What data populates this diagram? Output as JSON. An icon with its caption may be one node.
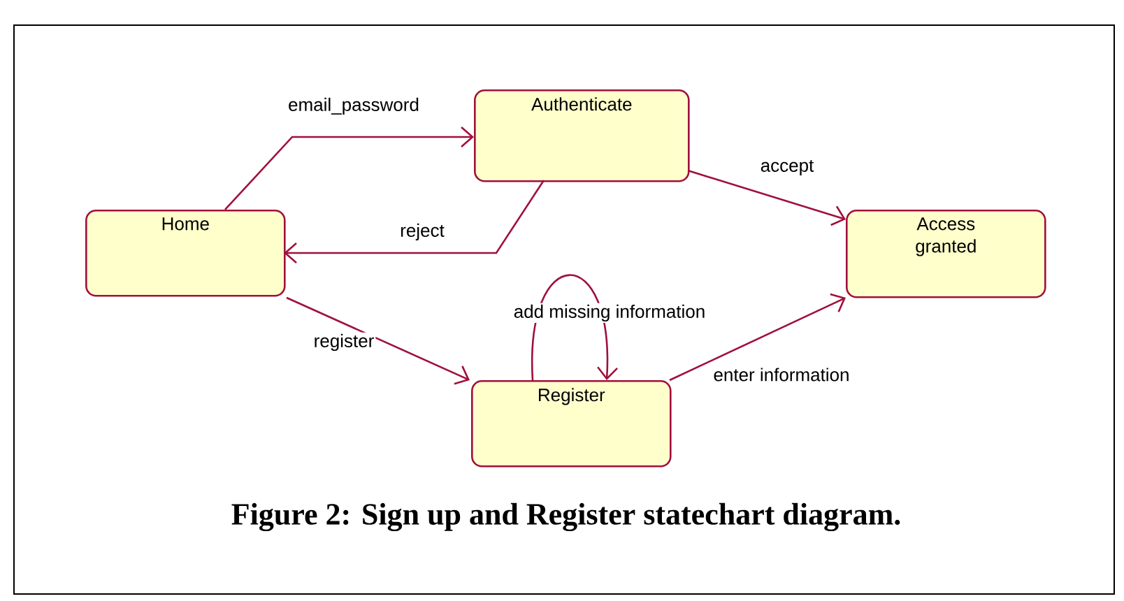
{
  "diagram": {
    "caption": "Figure 2: Sign up and Register statechart diagram.",
    "nodes": [
      {
        "text": [
          "Home"
        ]
      },
      {
        "text": [
          "Authenticate"
        ]
      },
      {
        "text": [
          "Access granted"
        ]
      },
      {
        "text": [
          "Register"
        ]
      }
    ],
    "edges": [
      {
        "from": 0,
        "to": 1,
        "arrow": "to",
        "label": "email_password"
      },
      {
        "from": 1,
        "to": 0,
        "arrow": "to",
        "label": "reject"
      },
      {
        "from": 1,
        "to": 2,
        "arrow": "to",
        "label": "accept"
      },
      {
        "from": 0,
        "to": 3,
        "arrow": "to",
        "label": "register"
      },
      {
        "from": 3,
        "to": 3,
        "arrow": "to",
        "label": "add missing information"
      },
      {
        "from": 3,
        "to": 2,
        "arrow": "to",
        "label": "enter information"
      }
    ]
  }
}
